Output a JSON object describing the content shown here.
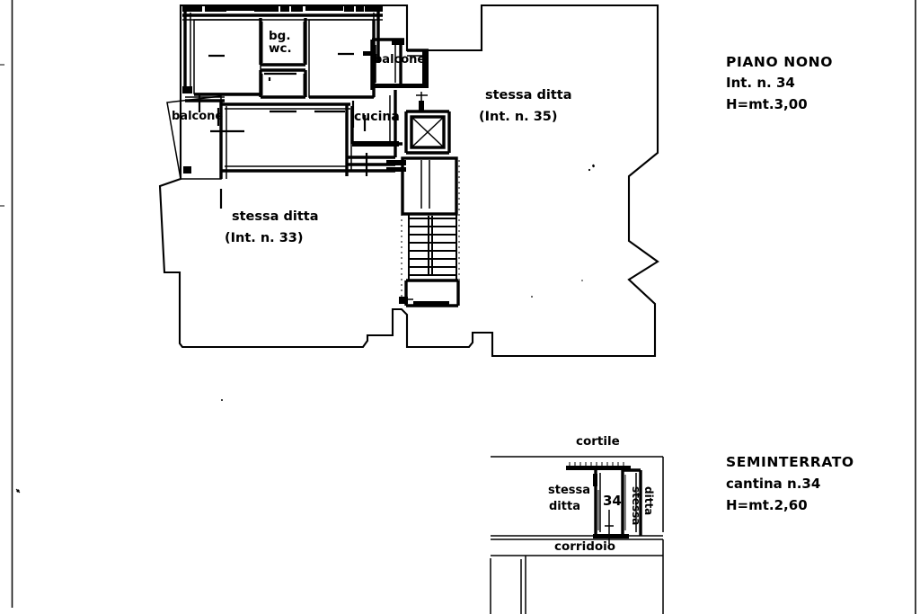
{
  "document": {
    "type": "architectural-floor-plan",
    "style": "hand-annotated cadastral planimetry",
    "background_color": "#ffffff",
    "ink_color": "#000000"
  },
  "annotations": {
    "upper_block": {
      "line1": "PIANO NONO",
      "line2": "Int. n. 34",
      "line3": "H=mt.3,00"
    },
    "lower_block": {
      "line1": "SEMINTERRATO",
      "line2": "cantina n.34",
      "line3": "H=mt.2,60"
    }
  },
  "plan_labels": {
    "bagno_line1": "bg.",
    "bagno_line2": "wc.",
    "balcone_left": "balcone",
    "balcone_top": "balcone",
    "cucina": "cucina",
    "neighbour_left_line1": "stessa ditta",
    "neighbour_left_line2": "(Int. n. 33)",
    "neighbour_right_line1": "stessa ditta",
    "neighbour_right_line2": "(Int. n. 35)"
  },
  "basement_labels": {
    "cortile": "cortile",
    "stessa_ditta_line1": "stessa",
    "stessa_ditta_line2": "ditta",
    "unit_number": "34",
    "stessa_ditta_vertical_line1": "stessa",
    "stessa_ditta_vertical_line2": "ditta",
    "corridoio": "corridoio"
  }
}
